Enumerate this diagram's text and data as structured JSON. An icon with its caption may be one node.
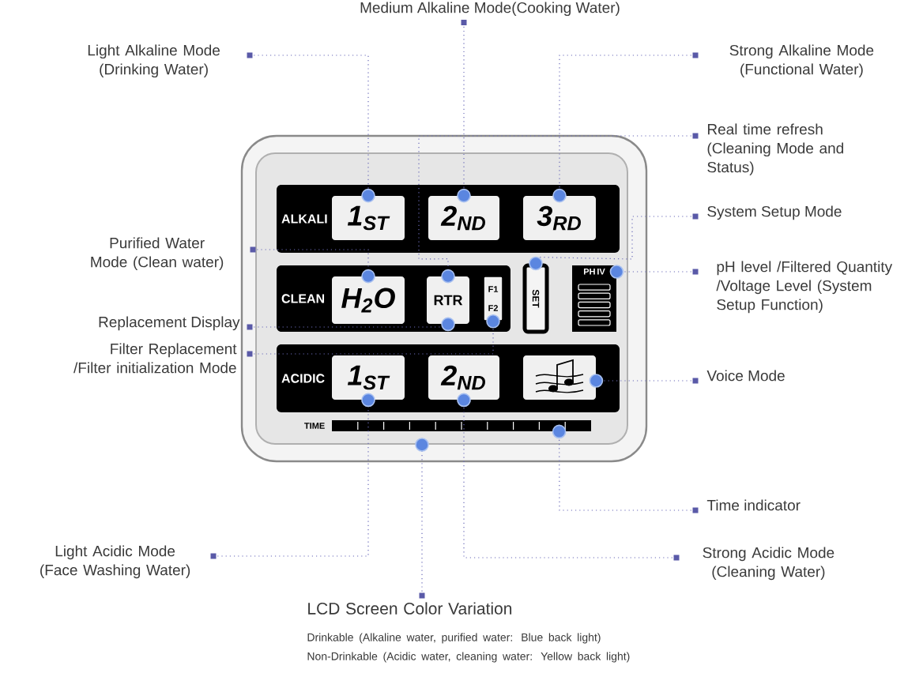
{
  "diagram": {
    "nodes": [
      {
        "text": [
          "Light Alkaline Mode (Drinking Water)"
        ]
      },
      {
        "text": [
          "Medium Alkaline Mode(Cooking Water)"
        ]
      },
      {
        "text": [
          "Strong Alkaline Mode (Functional Water)"
        ]
      },
      {
        "text": [
          "Real time refresh (Cleaning Mode and Status)"
        ]
      },
      {
        "text": [
          "System Setup Mode"
        ]
      },
      {
        "text": [
          "pH level /Filtered Quantity /Voltage Level (System Setup Function)"
        ]
      },
      {
        "text": [
          "Voice Mode"
        ]
      },
      {
        "text": [
          "Time indicator"
        ]
      },
      {
        "text": [
          "Purified Water Mode (Clean water)"
        ]
      },
      {
        "text": [
          "Replacement Display"
        ]
      },
      {
        "text": [
          "Filter Replacement /Filter initialization Mode"
        ]
      },
      {
        "text": [
          "Light Acidic Mode (Face Washing Water)"
        ]
      },
      {
        "text": [
          "Strong Acidic Mode (Cleaning Water)"
        ]
      },
      {
        "text": [
          "LCD Screen Color Variation",
          "Drinkable (Alkaline water, purified water: Blue back light)",
          "Non-Drinkable (Acidic water, cleaning water: Yellow back light)"
        ]
      },
      {
        "text": [],
        "shape": "box"
      },
      {
        "text": [
          "ALKALI"
        ],
        "in": 14
      },
      {
        "text": [
          "1$_{ST}$"
        ],
        "in": 15
      },
      {
        "text": [
          "2$_{ND}$"
        ],
        "in": 15
      },
      {
        "text": [
          "3$_{RD}$"
        ],
        "in": 15
      },
      {
        "text": [
          "CLEAN"
        ],
        "in": 14
      },
      {
        "text": [
          "H$_{2}$O"
        ],
        "in": 19
      },
      {
        "text": [
          "RTR"
        ],
        "in": 19
      },
      {
        "text": [
          "F1",
          "F2"
        ],
        "in": 19
      },
      {
        "text": [
          "SET"
        ],
        "in": 14
      },
      {
        "text": [
          "PH",
          "IV"
        ],
        "in": 14
      },
      {
        "text": [
          "ACIDIC"
        ],
        "in": 14
      },
      {
        "text": [
          "1$_{ST}$"
        ],
        "in": 25
      },
      {
        "text": [
          "2$_{ND}$"
        ],
        "in": 25
      },
      {
        "text": [],
        "shape": "box",
        "in": 25
      },
      {
        "text": [],
        "shape": "bar",
        "in": 14,
        "beside": [
          "TIME"
        ]
      }
    ],
    "edges": [
      {
        "from": 0,
        "to": 16,
        "arrow": "other"
      },
      {
        "from": 1,
        "to": 17,
        "arrow": "other"
      },
      {
        "from": 2,
        "to": 18,
        "arrow": "other"
      },
      {
        "from": 3,
        "to": 21,
        "arrow": "other"
      },
      {
        "from": 4,
        "to": 23,
        "arrow": "other"
      },
      {
        "from": 5,
        "to": 24,
        "arrow": "other"
      },
      {
        "from": 6,
        "to": 28,
        "arrow": "other"
      },
      {
        "from": 7,
        "to": 29,
        "arrow": "other"
      },
      {
        "from": 8,
        "to": 20,
        "arrow": "other"
      },
      {
        "from": 9,
        "to": 21,
        "arrow": "other"
      },
      {
        "from": 10,
        "to": 22,
        "arrow": "other"
      },
      {
        "from": 11,
        "to": 26,
        "arrow": "other"
      },
      {
        "from": 12,
        "to": 27,
        "arrow": "other"
      },
      {
        "from": 13,
        "to": 14,
        "arrow": "other"
      }
    ]
  }
}
